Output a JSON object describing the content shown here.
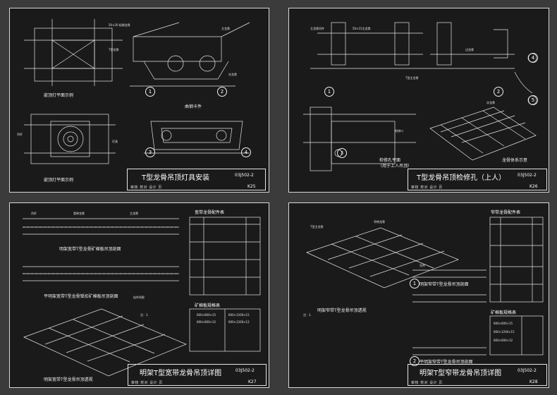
{
  "sheets": [
    {
      "title": "T型龙骨吊顶灯具安装",
      "code": "03J502-2",
      "page": "K25",
      "captions": [
        "嵌顶灯平面示例",
        "嵌顶灯平面示例",
        "曲钢卡件"
      ],
      "circle_numbers": [
        "1",
        "2",
        "3",
        "4"
      ]
    },
    {
      "title": "T型龙骨吊顶检修孔（上人）",
      "code": "03J502-2",
      "page": "K26",
      "captions": [
        "检修孔平面",
        "（用于上人吊顶）",
        "龙骨体系示意"
      ],
      "circle_numbers": [
        "1",
        "2",
        "3",
        "4",
        "5"
      ]
    },
    {
      "title": "明架T型宽带龙骨吊顶详图",
      "code": "03J502-2",
      "page": "K27",
      "captions": [
        "明架宽带T型龙骨矿棉板吊顶剖面",
        "平明架宽带T型龙骨锁扣矿棉板吊顶剖面",
        "明架宽带T型龙骨吊顶透视"
      ],
      "table_title": "宽带龙骨配件表",
      "table2_title": "矿棉板规格表"
    },
    {
      "title": "明架T型窄带龙骨吊顶详图",
      "code": "03J502-2",
      "page": "K28",
      "captions": [
        "明架窄带T型龙骨吊顶剖面",
        "明架窄带T型龙骨吊顶透视",
        "平明架窄带T型龙骨吊顶剖面"
      ],
      "table_title": "窄带龙骨配件表",
      "table2_title": "矿棉板规格表",
      "circle_numbers": [
        "1",
        "2"
      ]
    }
  ],
  "title_block_labels": "审核  校对  设计  页",
  "colors": {
    "background": "#3b3b3b",
    "sheet": "#1a1a1a",
    "line": "#e6e6e6"
  }
}
